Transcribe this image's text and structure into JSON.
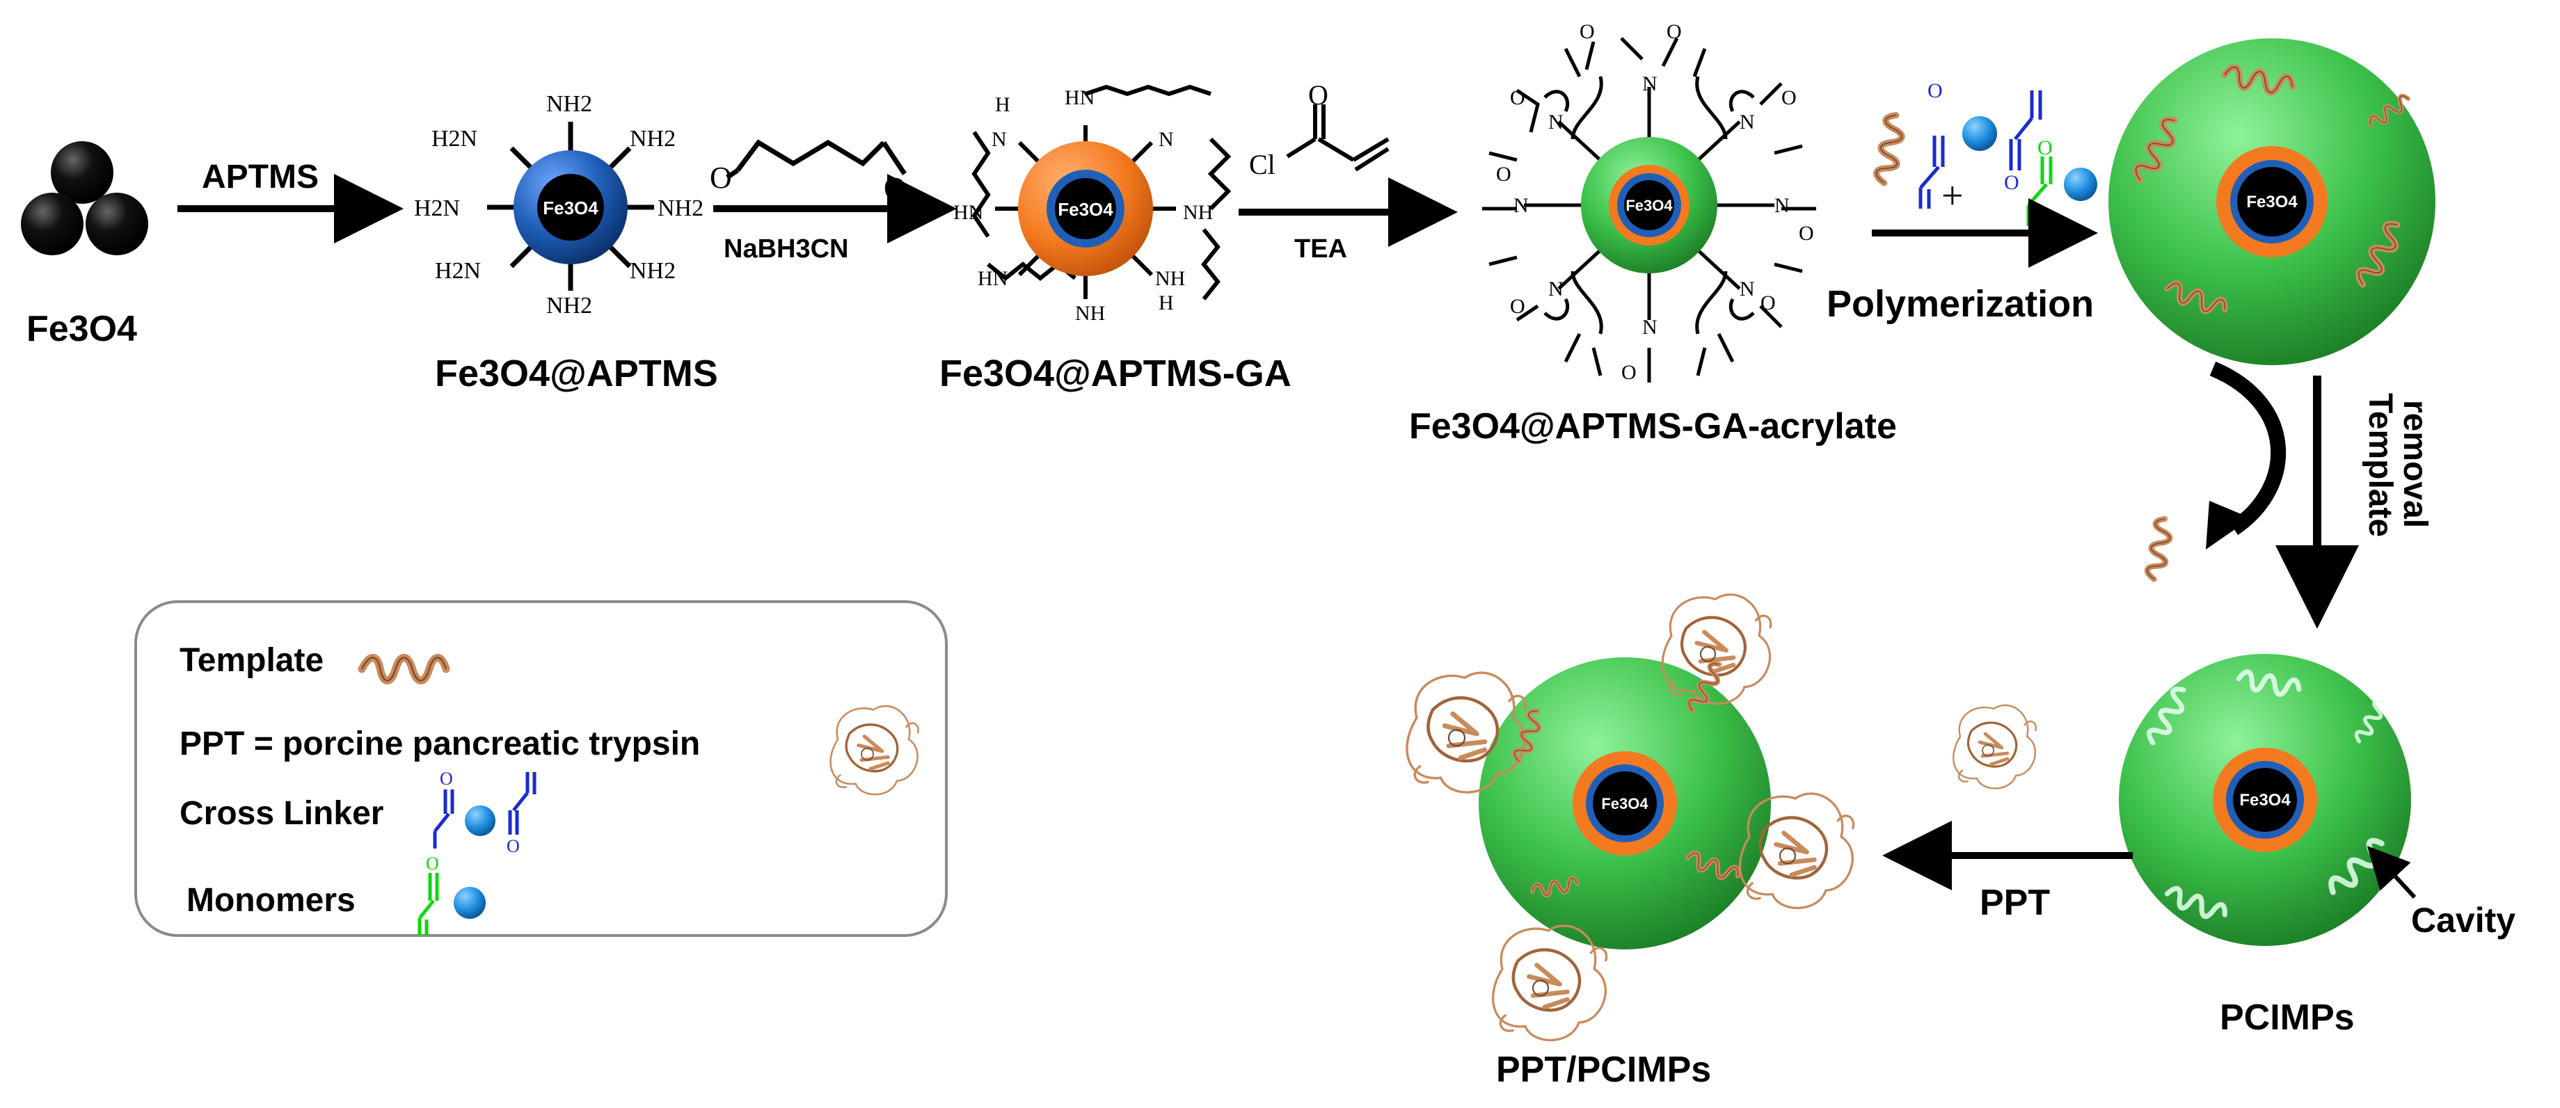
{
  "particles": {
    "fe3o4": "Fe3O4",
    "aptms": "Fe3O4@APTMS",
    "aptms_ga": "Fe3O4@APTMS-GA",
    "acrylate": "Fe3O4@APTMS-GA-acrylate",
    "pcimps": "PCIMPs",
    "ppt_pcimps": "PPT/PCIMPs",
    "core_label": "Fe3O4"
  },
  "reagents": {
    "aptms": "APTMS",
    "nabh3cn": "NaBH3CN",
    "tea": "TEA",
    "cl": "Cl",
    "o": "O",
    "polymerization": "Polymerization",
    "plus": "+",
    "template_removal_1": "Template",
    "template_removal_2": "removal",
    "ppt": "PPT",
    "cavity": "Cavity"
  },
  "groups": {
    "nh2": "NH2",
    "h2n": "H2N",
    "nh": "NH",
    "hn": "HN",
    "n": "N",
    "h": "H",
    "o": "O"
  },
  "legend": {
    "template": "Template",
    "ppt": "PPT = porcine pancreatic trypsin",
    "cross_linker": "Cross Linker",
    "monomers": "Monomers"
  },
  "colors": {
    "core_black": "#000000",
    "blue_shell": "#1f5fb8",
    "orange_shell": "#f47a1f",
    "green_shell": "#3cc04a",
    "template_brown": "#c98a5c",
    "crosslinker_blue": "#1a2ccf",
    "monomer_green": "#11d611",
    "ball_blue": "#1f8fe0"
  }
}
